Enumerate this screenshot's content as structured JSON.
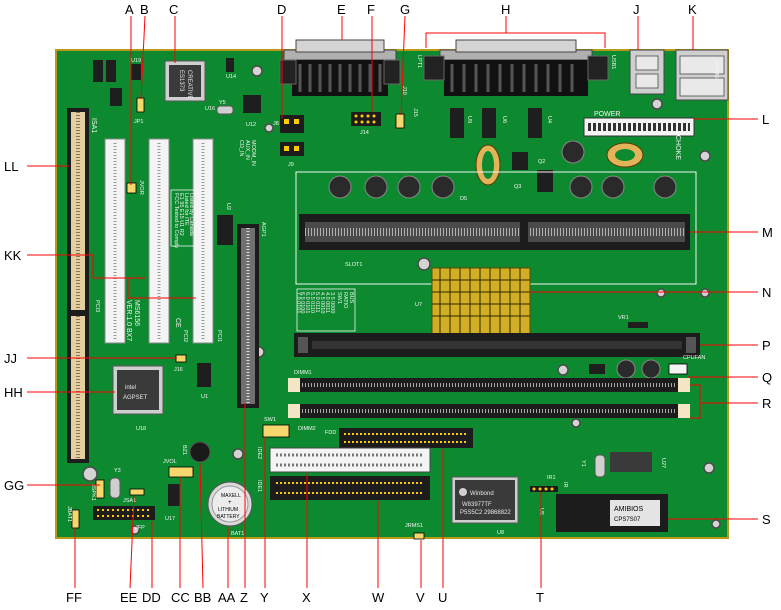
{
  "callouts": {
    "top": [
      "A",
      "B",
      "C",
      "D",
      "E",
      "F",
      "G",
      "H",
      "J",
      "K"
    ],
    "right": [
      "L",
      "M",
      "N",
      "P",
      "Q",
      "R",
      "S"
    ],
    "bottom": [
      "T",
      "U",
      "V",
      "W",
      "X",
      "Y",
      "Z",
      "AA",
      "BB",
      "CC",
      "DD",
      "EE",
      "FF"
    ],
    "left": [
      "LL",
      "KK",
      "JJ",
      "HH",
      "GG"
    ]
  },
  "board_labels": {
    "isa1": "ISA1",
    "pci1": "PCI1",
    "pci2": "PCI2",
    "pci3": "PCI3",
    "agp1": "AGP1",
    "slot1": "SLOT1",
    "dimm1": "DIMM1",
    "dimm2": "DIMM2",
    "fdd": "FDD",
    "ide1": "IDE1",
    "ide2": "IDE2",
    "power": "POWER",
    "choke": "CHOKE",
    "cpufan": "CPUFAN",
    "vr1": "VR1",
    "jfp": "JFP",
    "jrms1": "JRMS1",
    "jkbms1": "JKBMS1",
    "lpt1": "LPT1",
    "usb1": "USB1",
    "jbat1": "JBAT1",
    "bat1": "BAT1",
    "battery": [
      "MAXELL",
      "+",
      "LITHIUM",
      "BATTERY"
    ],
    "jvol": "JVOL",
    "jvor": "JVOR",
    "jp1": "JP1",
    "j8": "J8",
    "j9": "J9",
    "j10": "J10",
    "j14": "J14",
    "j15": "J15",
    "j16": "J16",
    "jspk": "JSPK1",
    "jsa1": "JSA1",
    "sw1": "SW1",
    "bz": "BZ1",
    "u1": "U1",
    "u2": "U2",
    "u4": "U4",
    "u5": "U5",
    "u6": "U6",
    "u7": "U7",
    "u8": "U8",
    "u9": "U9",
    "u12": "U12",
    "u14": "U14",
    "u16": "U16",
    "u17": "U17",
    "u18": "U18",
    "u19": "U19",
    "u27": "U27",
    "d5": "D5",
    "q2": "Q2",
    "q3": "Q3",
    "y1": "Y1",
    "y3": "Y3",
    "y5": "Y5",
    "ir1": "IR1",
    "ir": "IR",
    "audio_ports": [
      "MODM_IN",
      "AUX_IN",
      "CD_IN"
    ],
    "model": [
      "MS6156",
      "VER:1.0 BX7"
    ],
    "bus_table_title": [
      "BUS",
      "RATIO",
      "SW1"
    ],
    "bus_table_rows": [
      "3.5 0000",
      "4.0 0011",
      "4.5 0010",
      "5.0 0111",
      "5.5 0110",
      "6.0 0101",
      "6.5 0100",
      "7.0 0101"
    ],
    "ce": "CE",
    "winbond_chip": [
      "Winbond",
      "W83977TF",
      "P5S5C2 29868822"
    ],
    "creative_chip": [
      "CREATIVE",
      "ES1373"
    ],
    "intel_chip": [
      "intel",
      "AGPSET"
    ],
    "bios_chip": [
      "AMIBIOS",
      "CPS7S07"
    ],
    "cert_text": [
      "Listed by Canada",
      "Listed for ITE",
      "E1 95 E15 U1 R2",
      "FCC Tested to Comply"
    ]
  }
}
